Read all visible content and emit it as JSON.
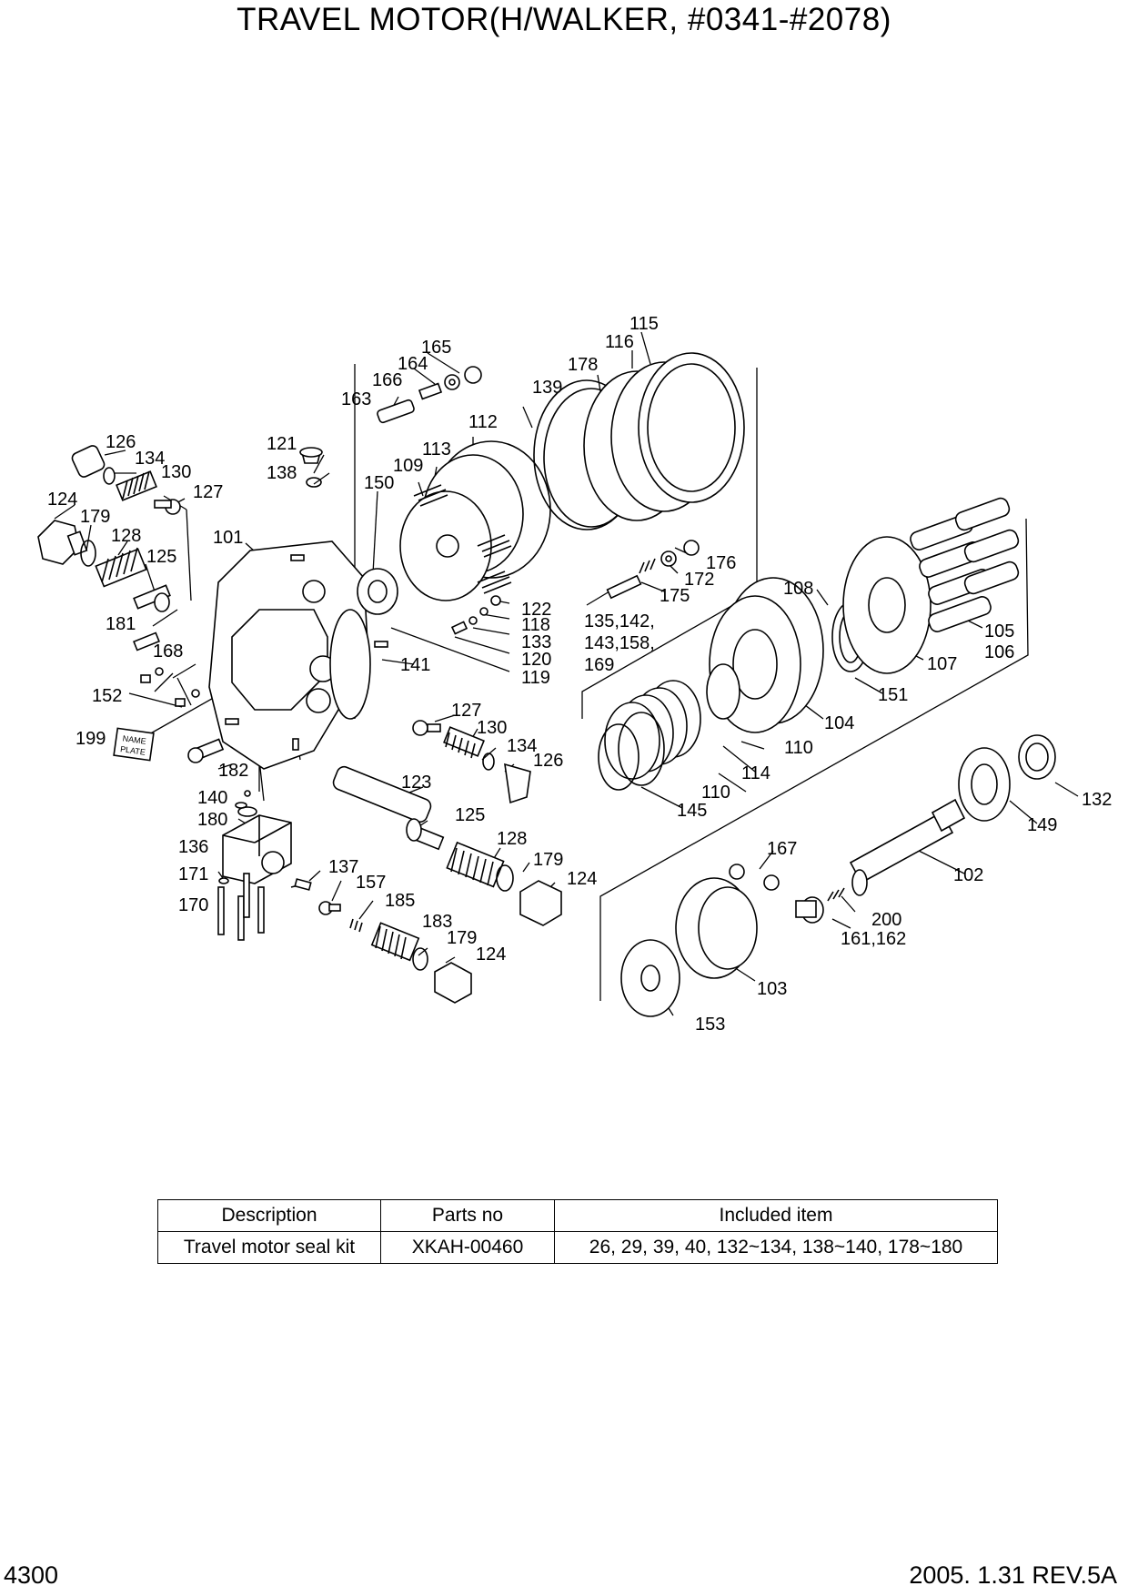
{
  "header": {
    "title": "TRAVEL MOTOR(H/WALKER, #0341-#2078)"
  },
  "diagram": {
    "labels": [
      "165",
      "164",
      "166",
      "163",
      "115",
      "116",
      "178",
      "139",
      "112",
      "121",
      "138",
      "113",
      "109",
      "150",
      "126",
      "134",
      "130",
      "127",
      "124",
      "179",
      "128",
      "125",
      "101",
      "122",
      "118",
      "133",
      "120",
      "119",
      "135,142,",
      "143,158,",
      "169",
      "176",
      "172",
      "175",
      "108",
      "105",
      "106",
      "107",
      "151",
      "104",
      "181",
      "168",
      "141",
      "152",
      "199",
      "127",
      "130",
      "134",
      "126",
      "123",
      "125",
      "128",
      "179",
      "124",
      "182",
      "140",
      "180",
      "136",
      "171",
      "170",
      "137",
      "157",
      "185",
      "183",
      "179",
      "124",
      "110",
      "114",
      "110",
      "145",
      "132",
      "149",
      "167",
      "102",
      "200",
      "161,162",
      "103",
      "153"
    ],
    "plate_text": [
      "NAME",
      "PLATE"
    ]
  },
  "seal_kit_table": {
    "headers": [
      "Description",
      "Parts no",
      "Included item"
    ],
    "rows": [
      [
        "Travel motor seal kit",
        "XKAH-00460",
        "26, 29, 39, 40, 132~134, 138~140, 178~180"
      ]
    ]
  },
  "footer": {
    "page_number": "4300",
    "revision": "2005. 1.31  REV.5A"
  }
}
